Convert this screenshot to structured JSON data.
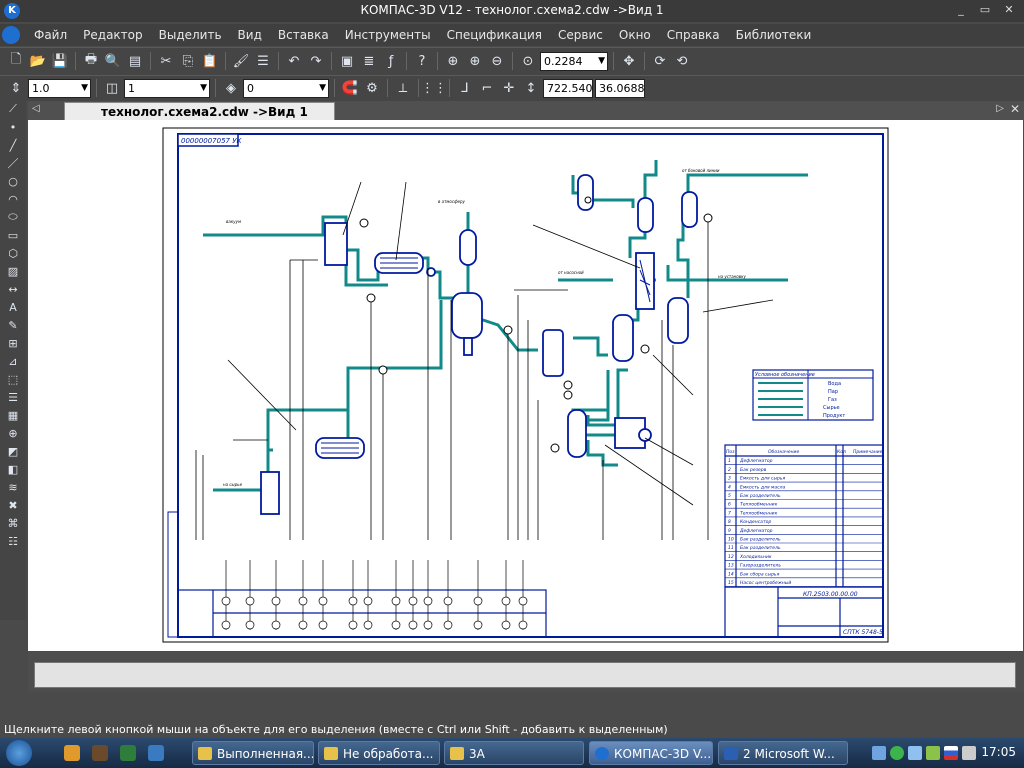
{
  "app": {
    "title": "КОМПАС-3D V12 - технолог.схема2.cdw ->Вид 1",
    "window_buttons": [
      "_",
      "▭",
      "✕"
    ]
  },
  "menu": [
    "Файл",
    "Редактор",
    "Выделить",
    "Вид",
    "Вставка",
    "Инструменты",
    "Спецификация",
    "Сервис",
    "Окно",
    "Справка",
    "Библиотеки"
  ],
  "toolbar2": {
    "scale_value": "1.0",
    "layer_value": "1",
    "style_value": "0",
    "zoom_value": "0.2284",
    "coord_x": "722.540",
    "coord_y": "36.0688"
  },
  "tabs": [
    {
      "label": "технолог.схема2.cdw ->Вид 1"
    }
  ],
  "drawing": {
    "stamp_code": "00000007057 УК",
    "main_code": "КП.2503.00.00.00",
    "org_code": "СПТК  5748-5",
    "spec_header": [
      "Поз",
      "Обозначение",
      "Кол",
      "Примечание"
    ],
    "spec_rows": [
      "Дефлегматор",
      "Бак резерв",
      "Емкость для сырья",
      "Емкость для масла",
      "Бак разделитель",
      "Теплообменник",
      "Теплообменник",
      "Конденсатор",
      "Дефлегматор",
      "Бак разделитель",
      "Бак разделитель",
      "Холодильник",
      "Газоразделитель",
      "Бак сбора сырья",
      "Насос центробежный"
    ],
    "legend_title": "Условное обозначение",
    "legend_rows": [
      "Вода",
      "Пар",
      "Газ",
      "Сырье",
      "Продукт"
    ],
    "annotations": [
      "вакуум",
      "в атмосферу",
      "от боковой линии",
      "на установку",
      "от насосной",
      "на сырье"
    ]
  },
  "status_bar": "Щелкните левой кнопкой мыши на объекте для его выделения (вместе с Ctrl или Shift - добавить к выделенным)",
  "taskbar": {
    "tasks": [
      "Выполненная...",
      "Не обработа...",
      "3А",
      "КОМПАС-3D V...",
      "2 Microsoft W..."
    ],
    "clock": "17:05"
  }
}
